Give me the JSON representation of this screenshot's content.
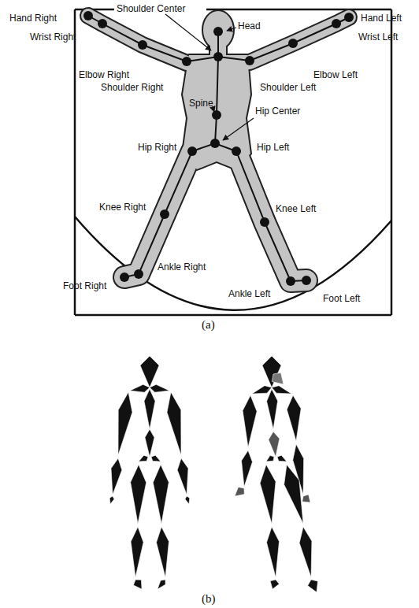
{
  "diagram": {
    "labels": [
      "Hand Right",
      "Shoulder Center",
      "Head",
      "Hand Left",
      "Wrist Right",
      "Wrist Left",
      "Elbow Right",
      "Elbow Left",
      "Shoulder Right",
      "Shoulder Left",
      "Spine",
      "Hip Center",
      "Hip Right",
      "Hip Left",
      "Knee Right",
      "Knee Left",
      "Ankle Right",
      "Ankle Left",
      "Foot Right",
      "Foot Left",
      "(a)",
      "(b)"
    ]
  }
}
